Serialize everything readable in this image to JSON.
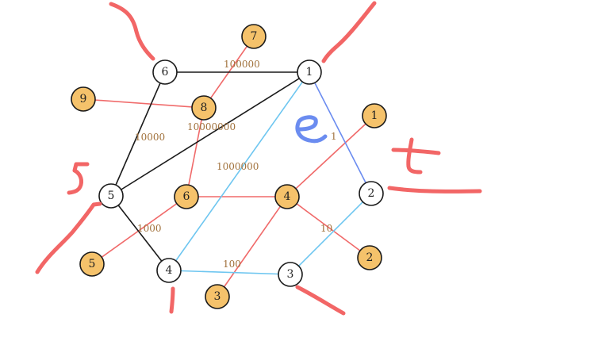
{
  "nodes": {
    "w6": "6",
    "w1": "1",
    "w5": "5",
    "w2": "2",
    "w4": "4",
    "w3": "3",
    "o7": "7",
    "o9": "9",
    "o8": "8",
    "o1": "1",
    "o6": "6",
    "o4": "4",
    "o5": "5",
    "o2": "2",
    "o3": "3"
  },
  "edge_labels": {
    "e100000": "100000",
    "e10000000": "10000000",
    "e10000": "10000",
    "e1000000": "1000000",
    "e1": "1",
    "e1000": "1000",
    "e10": "10",
    "e100": "100"
  },
  "colors": {
    "white_node": "#ffffff",
    "orange_node": "#f5c26b",
    "black_edge": "#1a1a1a",
    "blue_edge": "#6b8cf0",
    "lightblue_edge": "#6ec6f0",
    "red_edge": "#f06a6a",
    "annotation_red": "#f26666",
    "annotation_blue": "#6b8cf0"
  }
}
